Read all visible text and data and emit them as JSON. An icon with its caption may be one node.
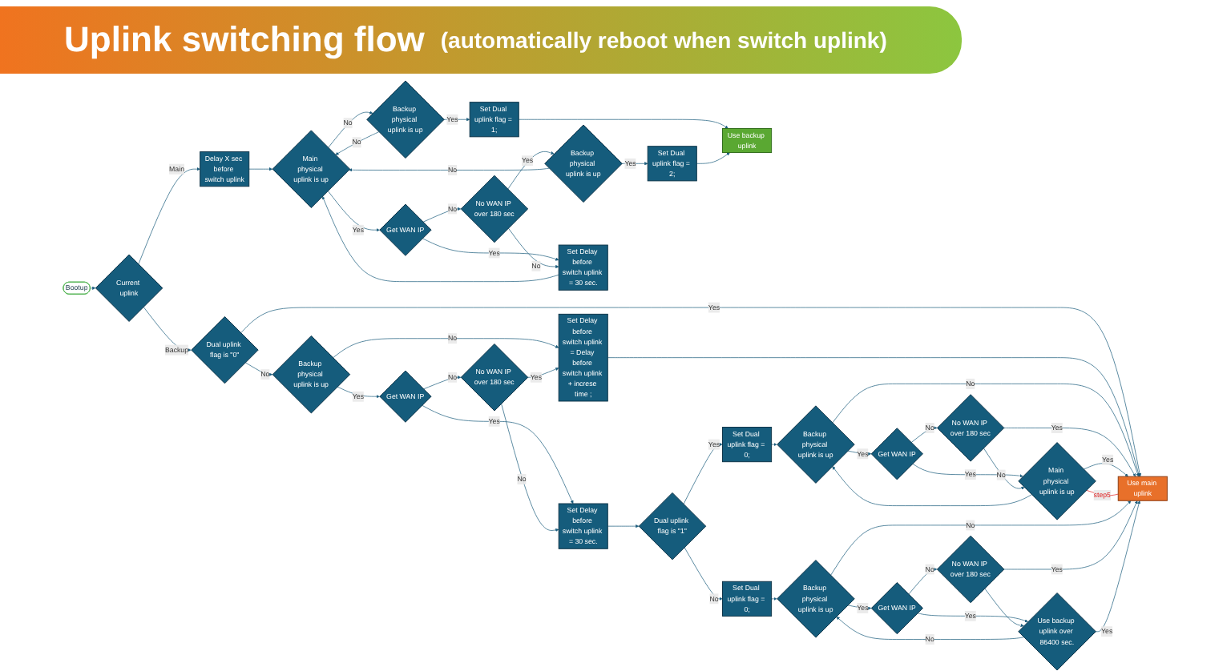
{
  "diagram": {
    "title": "Uplink switching flow",
    "nodes": [
      {
        "text": [
          "Bootup"
        ]
      },
      {
        "text": [
          "Delay X sec before switch uplink"
        ]
      },
      {
        "text": [
          "Current uplink"
        ]
      },
      {
        "text": [
          "Dual uplink flag is \"0\""
        ]
      },
      {
        "text": [
          "Backup physical uplink is up"
        ]
      },
      {
        "text": [
          "Get WAN IP"
        ]
      },
      {
        "text": [
          "No WAN IP over 180 sec"
        ]
      },
      {
        "text": [
          "Set Delay before switch uplink = 30 sec."
        ]
      },
      {
        "text": [
          "Set Delay before switch uplink = Delay before switch uplink + increse time ;"
        ]
      },
      {
        "text": [
          "Main physical uplink is up"
        ]
      },
      {
        "text": [
          "Backup physical uplink is up"
        ]
      },
      {
        "text": [
          "Set Dual uplink flag = 1;"
        ]
      },
      {
        "text": [
          "Use backup uplink"
        ]
      },
      {
        "text": [
          "Set Delay before switch uplink = 30 sec."
        ]
      },
      {
        "text": [
          "Get WAN IP"
        ]
      },
      {
        "text": [
          "No WAN IP over 180 sec"
        ]
      },
      {
        "text": [
          "Backup physical uplink is up"
        ]
      },
      {
        "text": [
          "Set Dual uplink flag = 2;"
        ]
      },
      {
        "text": [
          "Dual uplink flag is \"1\""
        ]
      },
      {
        "text": [
          "Set Dual uplink flag = 0;"
        ]
      },
      {
        "text": [
          "Backup physical uplink is up"
        ]
      },
      {
        "text": [
          "Get WAN IP"
        ]
      },
      {
        "text": [
          "No WAN IP over 180 sec"
        ]
      },
      {
        "text": [
          "Main physical uplink is up"
        ]
      },
      {
        "text": [
          "Set Dual uplink flag = 0;"
        ]
      },
      {
        "text": [
          "Backup physical uplink is up"
        ]
      },
      {
        "text": [
          "Get WAN IP"
        ]
      },
      {
        "text": [
          "No WAN IP over 180 sec"
        ]
      },
      {
        "text": [
          "Use backup uplink over 86400 sec."
        ]
      },
      {
        "text": [
          "Use main uplink"
        ]
      }
    ],
    "edges": [
      {
        "from": 0,
        "to": 2,
        "arrow": "to"
      },
      {
        "from": 2,
        "to": 1,
        "arrow": "to",
        "label": "Main"
      },
      {
        "from": 1,
        "to": 9,
        "arrow": "to"
      },
      {
        "from": 2,
        "to": 3,
        "arrow": "to",
        "label": "Backup"
      },
      {
        "from": 3,
        "to": 29,
        "arrow": "to",
        "label": "Yes"
      },
      {
        "from": 3,
        "to": 4,
        "arrow": "to",
        "label": "No"
      },
      {
        "from": 4,
        "to": 8,
        "arrow": "to",
        "label": "No"
      },
      {
        "from": 4,
        "to": 5,
        "arrow": "to",
        "label": "Yes"
      },
      {
        "from": 5,
        "to": 7,
        "arrow": "to",
        "label": "Yes"
      },
      {
        "from": 5,
        "to": 6,
        "arrow": "to",
        "label": "No"
      },
      {
        "from": 6,
        "to": 7,
        "arrow": "to",
        "label": "No"
      },
      {
        "from": 6,
        "to": 8,
        "arrow": "to",
        "label": "Yes"
      },
      {
        "from": 7,
        "to": 18,
        "arrow": "to"
      },
      {
        "from": 8,
        "to": 29,
        "arrow": "to"
      },
      {
        "from": 9,
        "to": 10,
        "arrow": "to",
        "label": "No"
      },
      {
        "from": 9,
        "to": 14,
        "arrow": "to",
        "label": "Yes"
      },
      {
        "from": 10,
        "to": 9,
        "arrow": "to",
        "label": "No"
      },
      {
        "from": 10,
        "to": 11,
        "arrow": "to",
        "label": "Yes"
      },
      {
        "from": 11,
        "to": 12,
        "arrow": "to"
      },
      {
        "from": 14,
        "to": 13,
        "arrow": "to",
        "label": "Yes"
      },
      {
        "from": 14,
        "to": 15,
        "arrow": "to",
        "label": "No"
      },
      {
        "from": 15,
        "to": 13,
        "arrow": "to",
        "label": "No"
      },
      {
        "from": 13,
        "to": 9,
        "arrow": "to"
      },
      {
        "from": 15,
        "to": 16,
        "arrow": "to",
        "label": "Yes"
      },
      {
        "from": 16,
        "to": 9,
        "arrow": "to",
        "label": "No"
      },
      {
        "from": 16,
        "to": 17,
        "arrow": "to",
        "label": "Yes"
      },
      {
        "from": 17,
        "to": 12,
        "arrow": "to"
      },
      {
        "from": 18,
        "to": 24,
        "arrow": "to",
        "label": "No"
      },
      {
        "from": 18,
        "to": 19,
        "arrow": "to",
        "label": "Yes"
      },
      {
        "from": 19,
        "to": 20,
        "arrow": "to"
      },
      {
        "from": 20,
        "to": 29,
        "arrow": "to",
        "label": "No"
      },
      {
        "from": 20,
        "to": 21,
        "arrow": "to",
        "label": "Yes"
      },
      {
        "from": 21,
        "to": 23,
        "arrow": "to",
        "label": "Yes"
      },
      {
        "from": 21,
        "to": 22,
        "arrow": "to",
        "label": "No"
      },
      {
        "from": 22,
        "to": 23,
        "arrow": "to",
        "label": "No"
      },
      {
        "from": 22,
        "to": 29,
        "arrow": "to",
        "label": "Yes"
      },
      {
        "from": 23,
        "to": 20,
        "arrow": "to"
      },
      {
        "from": 23,
        "to": 29,
        "arrow": "to",
        "label": "Yes"
      },
      {
        "from": 23,
        "to": 29,
        "arrow": "none",
        "label": "step5",
        "color": "#e02020"
      },
      {
        "from": 24,
        "to": 25,
        "arrow": "to"
      },
      {
        "from": 25,
        "to": 29,
        "arrow": "to",
        "label": "No"
      },
      {
        "from": 25,
        "to": 26,
        "arrow": "to",
        "label": "Yes"
      },
      {
        "from": 26,
        "to": 28,
        "arrow": "to",
        "label": "Yes"
      },
      {
        "from": 26,
        "to": 27,
        "arrow": "to",
        "label": "No"
      },
      {
        "from": 27,
        "to": 28,
        "arrow": "to"
      },
      {
        "from": 27,
        "to": 29,
        "arrow": "to",
        "label": "Yes"
      },
      {
        "from": 28,
        "to": 25,
        "arrow": "to",
        "label": "No"
      },
      {
        "from": 28,
        "to": 29,
        "arrow": "to",
        "label": "Yes"
      }
    ],
    "labels": [
      "(automatically reboot when switch uplink)"
    ]
  }
}
